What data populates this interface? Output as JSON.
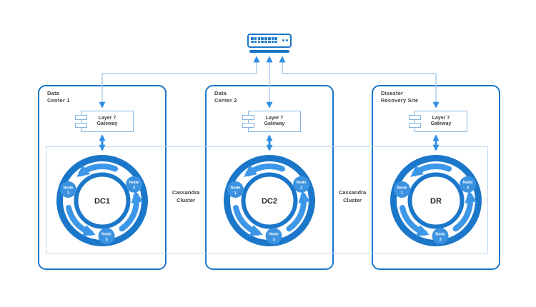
{
  "diagram": {
    "switch_icon": "network-switch-icon",
    "cluster_labels": [
      {
        "lines": [
          "Cassandra",
          "Cluster"
        ]
      },
      {
        "lines": [
          "Cassandra",
          "Cluster"
        ]
      }
    ],
    "centers": [
      {
        "name_lines": [
          "Data",
          "Center 1"
        ],
        "gateway_lines": [
          "Layer 7",
          "Gateway"
        ],
        "core_label": "DC1",
        "nodes": [
          {
            "word": "Node",
            "num": "1"
          },
          {
            "word": "Node",
            "num": "2"
          },
          {
            "word": "Node",
            "num": "3"
          }
        ]
      },
      {
        "name_lines": [
          "Data",
          "Center 2"
        ],
        "gateway_lines": [
          "Layer 7",
          "Gateway"
        ],
        "core_label": "DC2",
        "nodes": [
          {
            "word": "Node",
            "num": "1"
          },
          {
            "word": "Node",
            "num": "2"
          },
          {
            "word": "Node",
            "num": "3"
          }
        ]
      },
      {
        "name_lines": [
          "Disaster",
          "Recovery Site"
        ],
        "gateway_lines": [
          "Layer 7",
          "Gateway"
        ],
        "core_label": "DR",
        "nodes": [
          {
            "word": "Node",
            "num": "1"
          },
          {
            "word": "Node",
            "num": "2"
          },
          {
            "word": "Node",
            "num": "3"
          }
        ]
      }
    ],
    "colors": {
      "primary_blue": "#1b77c9",
      "bright_blue": "#3d97e8",
      "arrowhead_blue": "#2f8fe6",
      "node_blue": "#3b92e0",
      "light_line_blue": "#a9cdf0",
      "gateway_border_blue": "#85b5e6",
      "band_border_blue": "#bcd9f2",
      "text_dark": "#434343"
    }
  }
}
